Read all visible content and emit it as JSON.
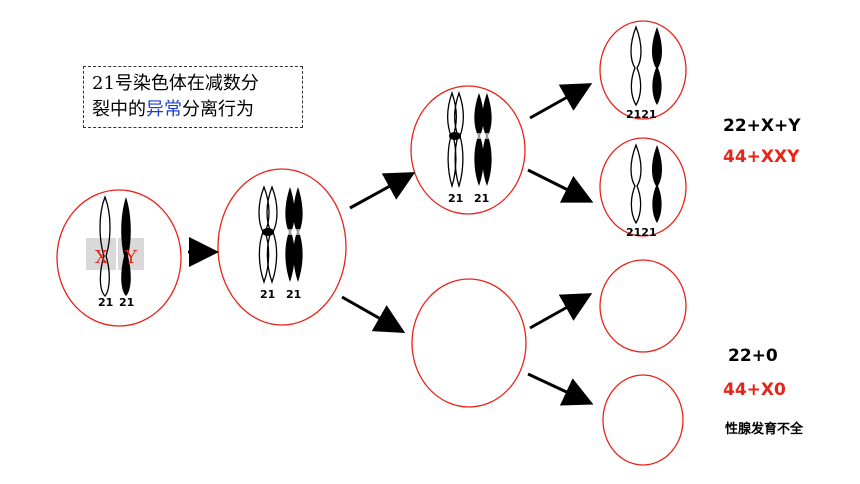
{
  "title": {
    "part1": "21号染色体在减数分",
    "part2": "裂中的",
    "highlight": "异常",
    "part3": "分离行为"
  },
  "start_cell": {
    "label_x": "X",
    "label_y": "Y",
    "num_left": "21",
    "num_right": "21"
  },
  "cell2": {
    "num_left": "21",
    "num_right": "21"
  },
  "cell3": {
    "num_left": "21",
    "num_right": "21"
  },
  "gamete_top": {
    "nums": "2121"
  },
  "gamete_second": {
    "nums": "2121"
  },
  "results": {
    "a_line1": "22+X+Y",
    "a_line2": "44+XXY",
    "b_line1": "22+0",
    "b_line2": "44+X0",
    "b_note": "性腺发育不全"
  },
  "colors": {
    "circle": "#e8231a",
    "highlight": "#1f3fd0",
    "red_text": "#e8231a"
  }
}
